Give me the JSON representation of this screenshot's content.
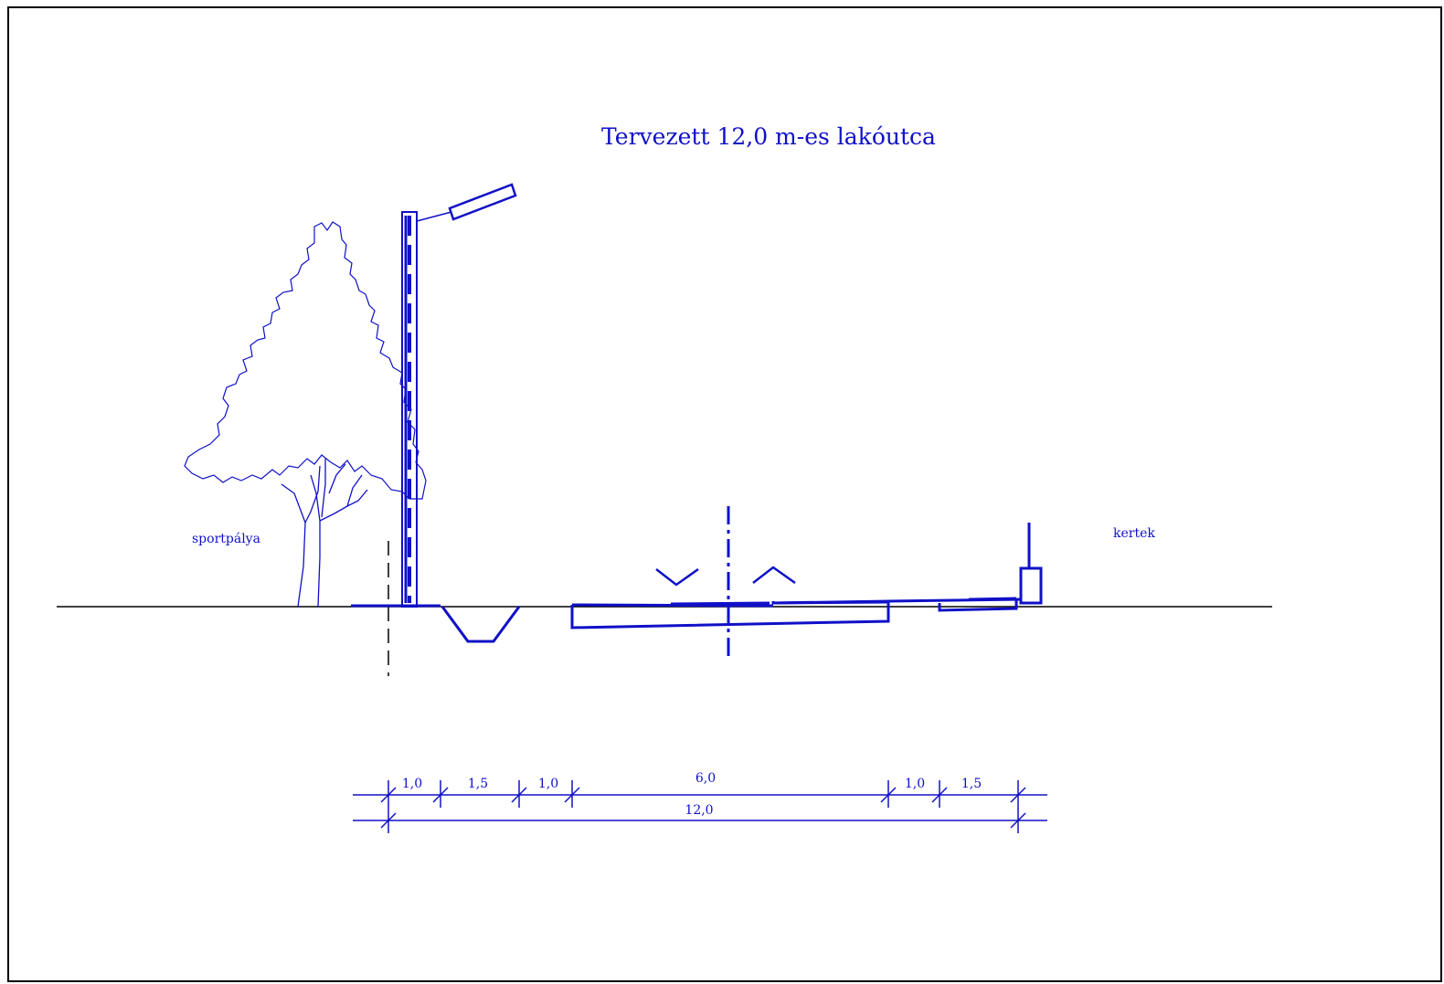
{
  "drawing": {
    "title": "Tervezett 12,0 m-es lakóutca",
    "label_left": "sportpálya",
    "label_right": "kertek",
    "dimensions": {
      "top_row": [
        "1,0",
        "1,5",
        "1,0",
        "6,0",
        "1,0",
        "1,5"
      ],
      "total": "12,0"
    }
  },
  "colors": {
    "ink": "#1010c8",
    "ground": "#000000",
    "frame": "#000000"
  }
}
